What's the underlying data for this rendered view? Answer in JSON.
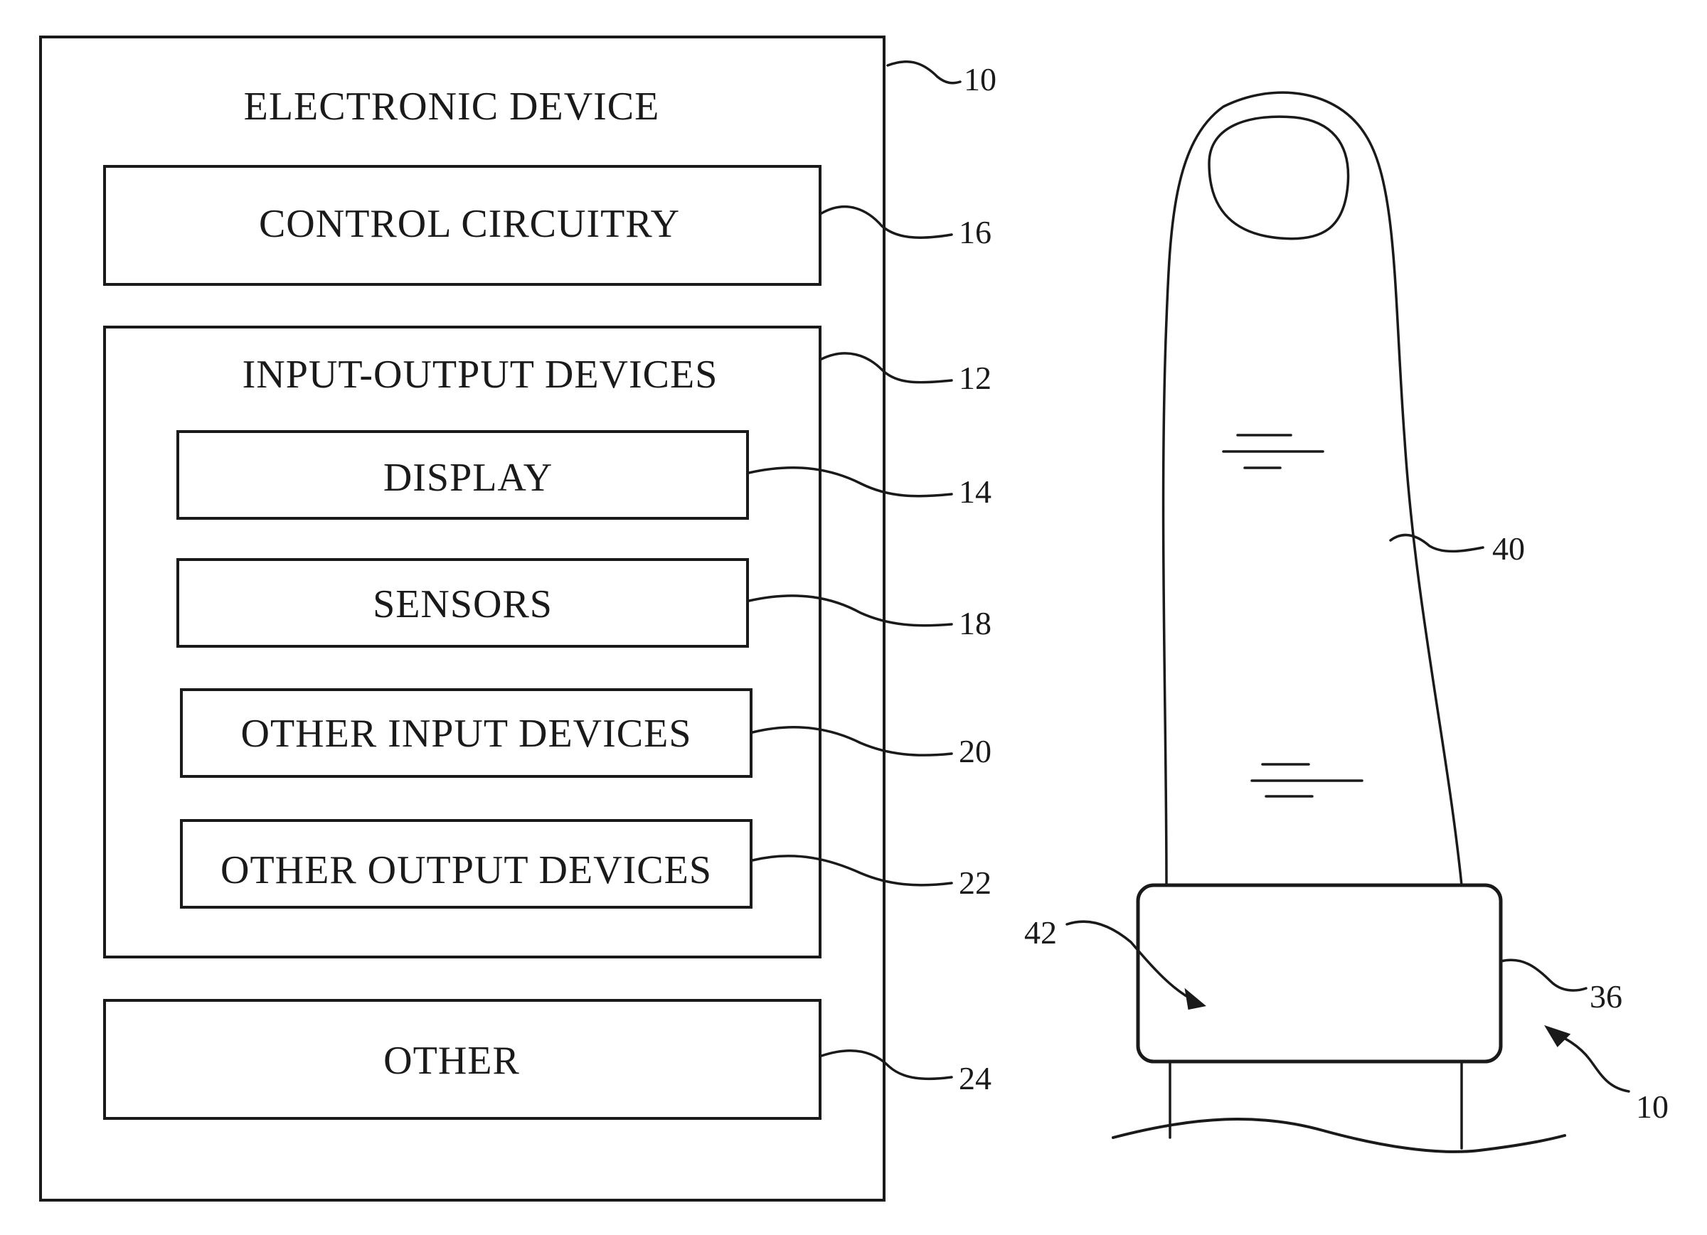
{
  "figure_left": {
    "title": "ELECTRONIC DEVICE",
    "title_ref": "10",
    "control_circuitry": {
      "label": "CONTROL CIRCUITRY",
      "ref": "16"
    },
    "io_devices": {
      "label": "INPUT-OUTPUT DEVICES",
      "ref": "12",
      "children": [
        {
          "label": "DISPLAY",
          "ref": "14"
        },
        {
          "label": "SENSORS",
          "ref": "18"
        },
        {
          "label": "OTHER INPUT DEVICES",
          "ref": "20"
        },
        {
          "label": "OTHER OUTPUT DEVICES",
          "ref": "22"
        }
      ]
    },
    "other": {
      "label": "OTHER",
      "ref": "24"
    }
  },
  "figure_right": {
    "finger_ref": "40",
    "surface_ref": "42",
    "band_ref": "36",
    "device_ref": "10"
  }
}
